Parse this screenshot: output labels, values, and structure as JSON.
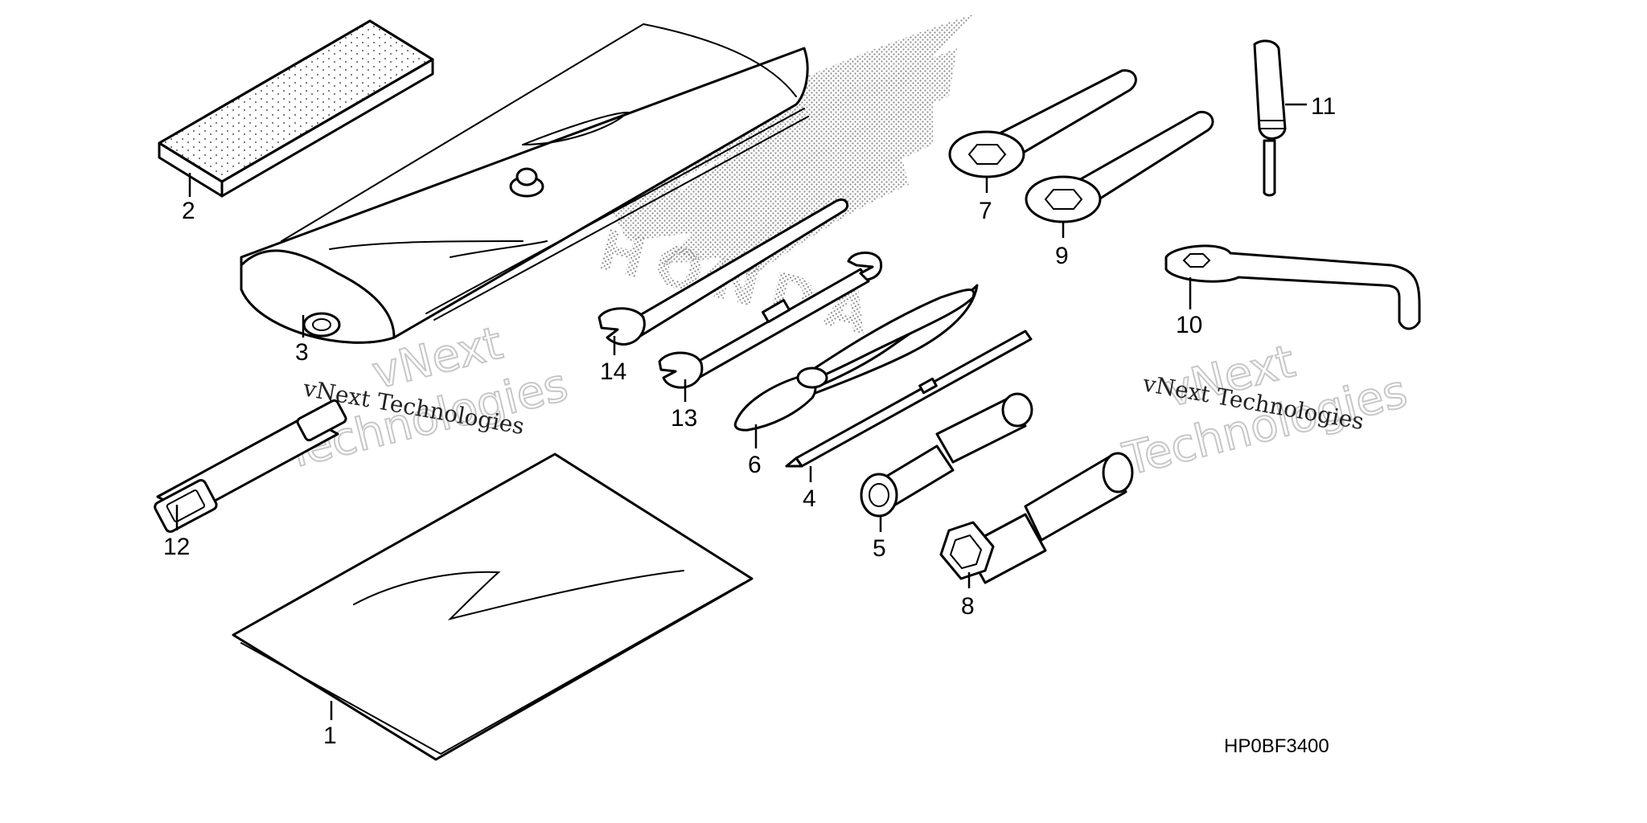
{
  "diagram": {
    "drawing_code": "HP0BF3400",
    "watermark_lines": [
      "vNext",
      "Technologies"
    ],
    "watermark_label": "vNext Technologies",
    "wing_logo_text": "HONDA",
    "callouts": {
      "p1": "1",
      "p2": "2",
      "p3": "3",
      "p4": "4",
      "p5": "5",
      "p6": "6",
      "p7": "7",
      "p8": "8",
      "p9": "9",
      "p10": "10",
      "p11": "11",
      "p12": "12",
      "p13": "13",
      "p14": "14"
    },
    "colors": {
      "line": "#000000",
      "background": "#ffffff",
      "watermark": "#c7c7c7",
      "stipple": "#9a9a9a"
    }
  }
}
